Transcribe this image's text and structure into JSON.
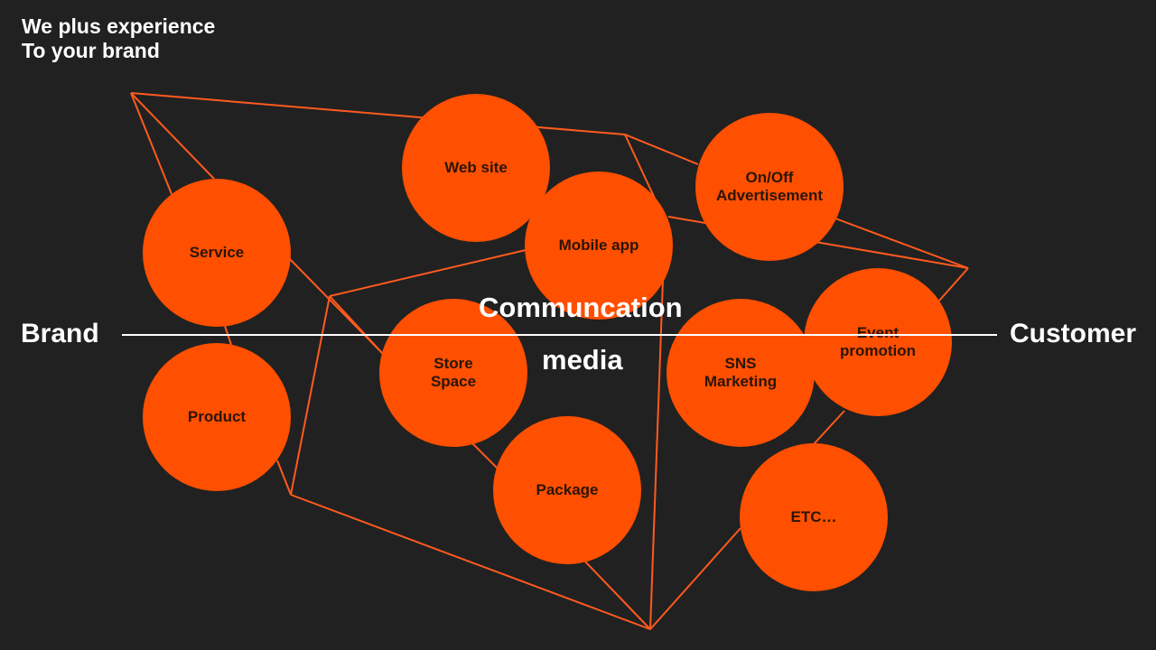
{
  "headline": {
    "line1": "We plus experience",
    "line2": "To your brand"
  },
  "axis": {
    "left_label": "Brand",
    "right_label": "Customer"
  },
  "center": {
    "line1": "Communcation",
    "line2": "media"
  },
  "nodes": [
    {
      "label": "Service"
    },
    {
      "label": "Product"
    },
    {
      "label": "Web site"
    },
    {
      "label": "Mobile app"
    },
    {
      "label": "Store\nSpace"
    },
    {
      "label": "Package"
    },
    {
      "label": "On/Off\nAdvertisement"
    },
    {
      "label": "SNS\nMarketing"
    },
    {
      "label": "Event\npromotion"
    },
    {
      "label": "ETC…"
    }
  ],
  "colors": {
    "background": "#212121",
    "node_fill": "#ff4f00",
    "connector": "#ff5a1f",
    "text": "#ffffff"
  }
}
